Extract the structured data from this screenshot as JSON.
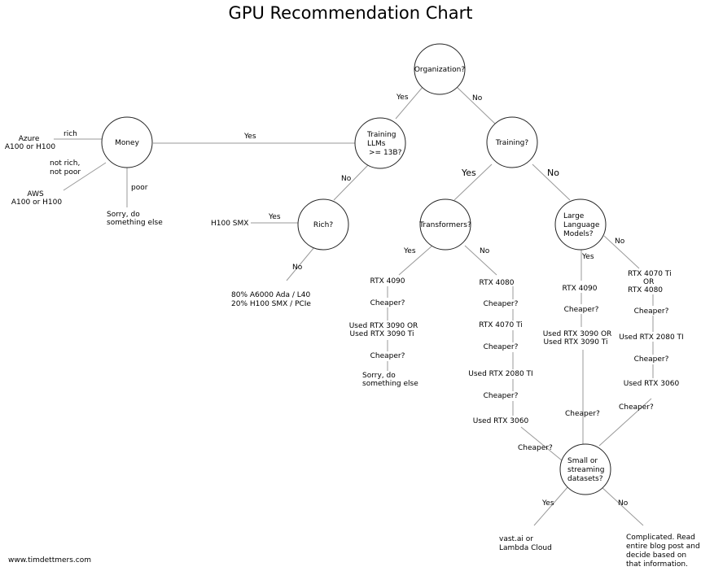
{
  "title": "GPU Recommendation Chart",
  "footer": "www.timdettmers.com",
  "nodes": {
    "organization": [
      "Organization?"
    ],
    "training_llms": [
      "Training",
      "LLMs",
      ">= 13B?"
    ],
    "training": [
      "Training?"
    ],
    "money": [
      "Money"
    ],
    "rich": [
      "Rich?"
    ],
    "transformers": [
      "Transformers?"
    ],
    "llm": [
      "Large",
      "Language",
      "Models?"
    ],
    "small_streaming": [
      "Small or",
      "streaming",
      "datasets?"
    ]
  },
  "edge_labels": {
    "org_yes": "Yes",
    "org_no": "No",
    "tllm_yes": "Yes",
    "tllm_no": "No",
    "money_rich": "rich",
    "money_mid": [
      "not rich,",
      "not poor"
    ],
    "money_poor": "poor",
    "rich_yes": "Yes",
    "rich_no": "No",
    "training_yes": "Yes",
    "training_no": "No",
    "tf_yes": "Yes",
    "tf_no": "No",
    "llm_yes": "Yes",
    "llm_no": "No",
    "cheaper_left": "Cheaper?",
    "cheaper_mid": "Cheaper?",
    "cheaper_right": "Cheaper?",
    "ss_yes": "Yes",
    "ss_no": "No"
  },
  "leaves": {
    "azure": [
      "Azure",
      "A100 or H100"
    ],
    "aws": [
      "AWS",
      "A100 or H100"
    ],
    "sorry_money": [
      "Sorry, do",
      "something else"
    ],
    "h100_smx": [
      "H100 SMX"
    ],
    "mix": [
      "80% A6000 Ada / L40",
      "20% H100 SMX / PCIe"
    ],
    "vast": [
      "vast.ai or",
      "Lambda Cloud"
    ],
    "complicated": [
      "Complicated. Read",
      "entire blog post and",
      "decide based on",
      "that information."
    ]
  },
  "chains": {
    "transformers_yes": [
      "RTX 4090",
      "Cheaper?",
      "Used RTX 3090 OR",
      "Used RTX 3090 Ti",
      "Cheaper?",
      "Sorry, do",
      "something else"
    ],
    "transformers_no": [
      "RTX 4080",
      "Cheaper?",
      "RTX 4070 Ti",
      "Cheaper?",
      "Used RTX 2080 TI",
      "Cheaper?",
      "Used RTX 3060"
    ],
    "llm_yes": [
      "RTX 4090",
      "Cheaper?",
      "Used RTX 3090 OR",
      "Used RTX 3090 Ti"
    ],
    "llm_no": [
      "RTX 4070 Ti",
      "OR",
      "RTX 4080",
      "Cheaper?",
      "Used RTX 2080 TI",
      "Cheaper?",
      "Used RTX 3060"
    ]
  }
}
